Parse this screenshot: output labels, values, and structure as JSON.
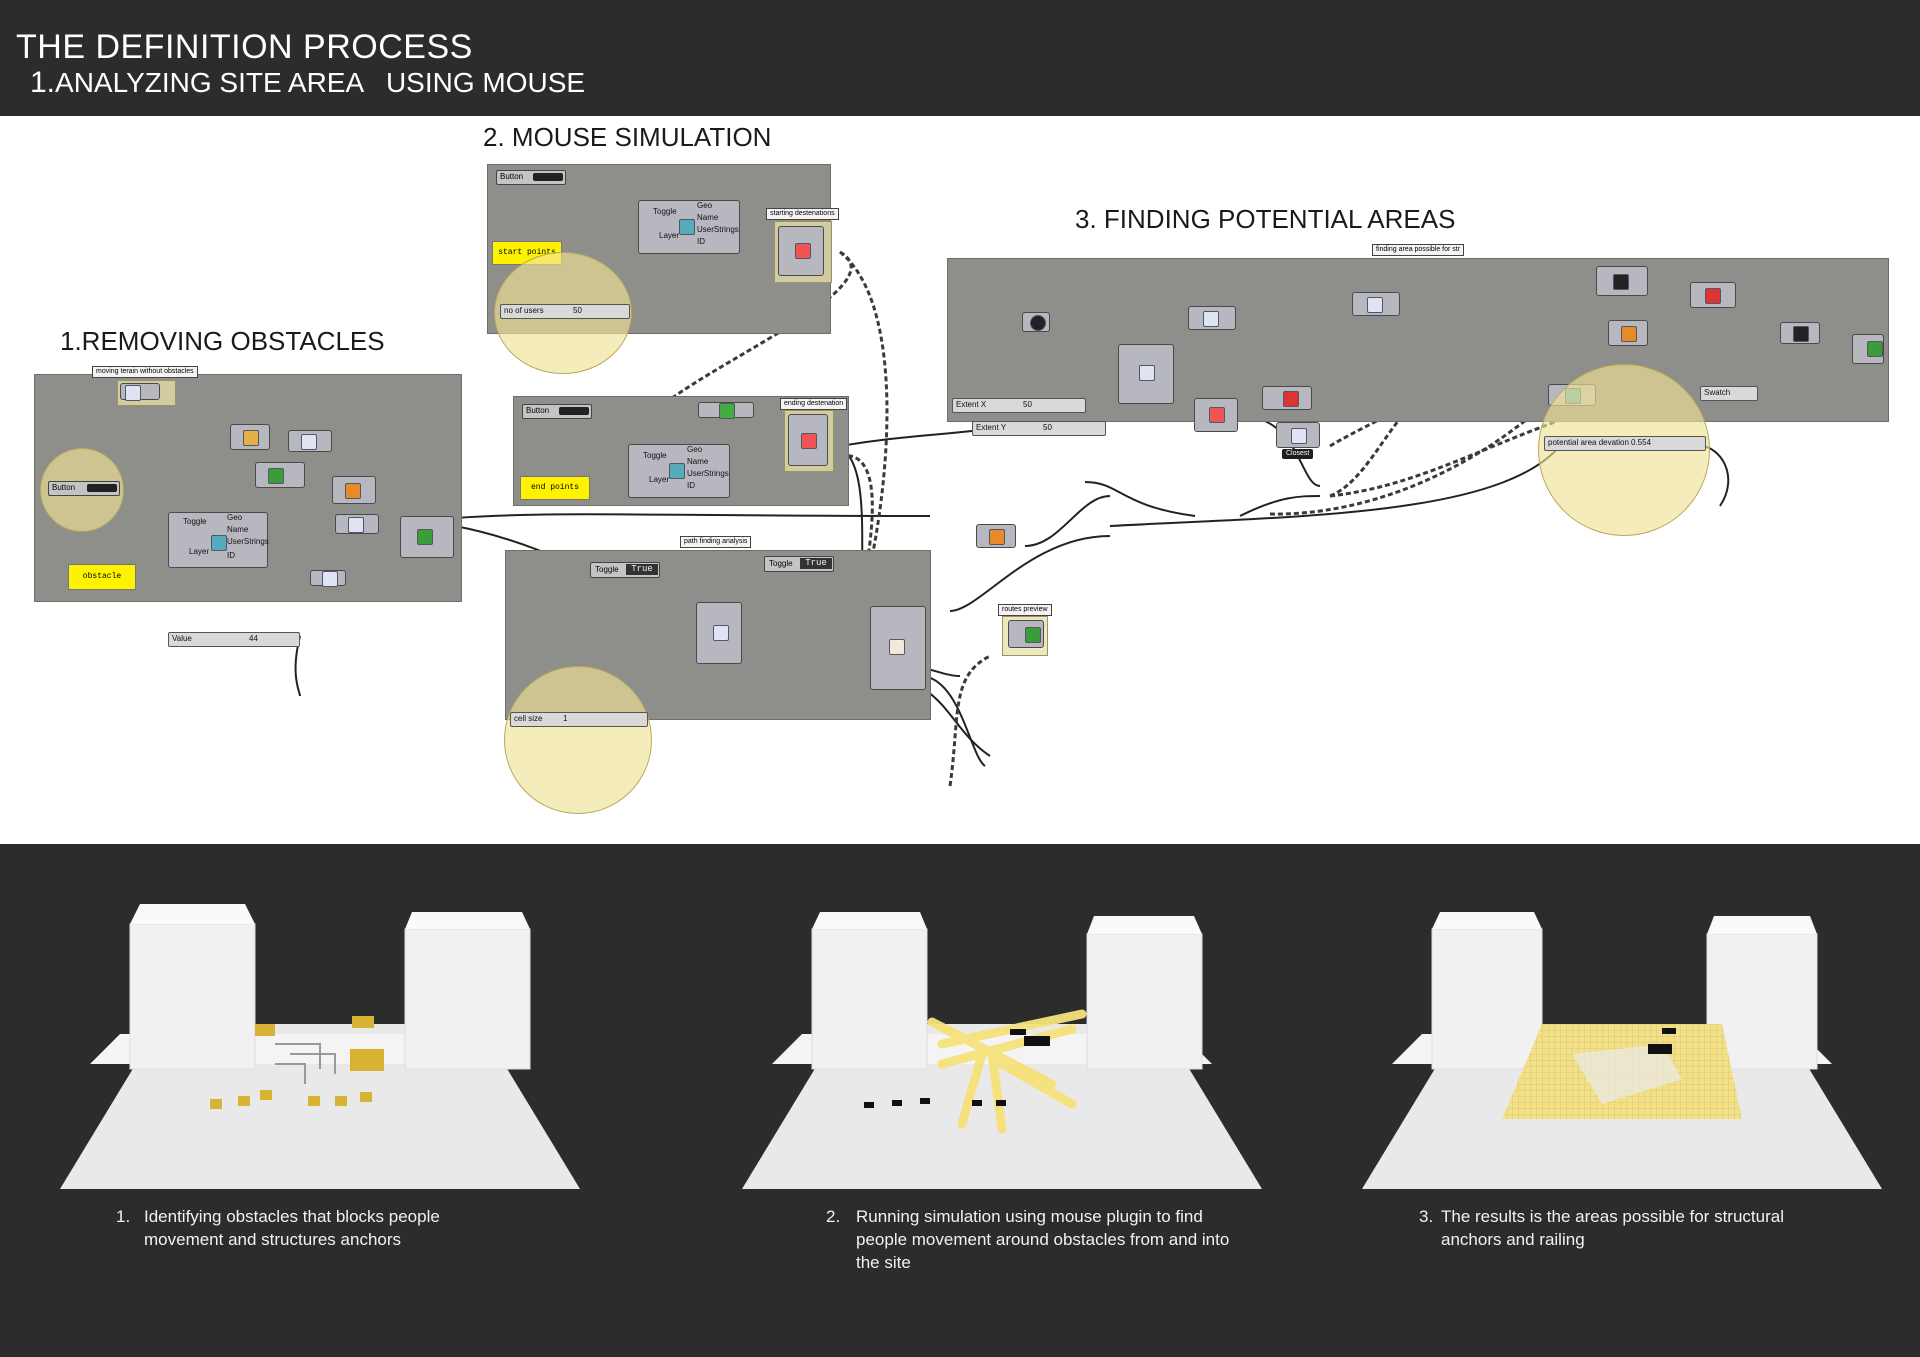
{
  "header": {
    "title": "THE DEFINITION PROCESS",
    "subtitle_number": "1.",
    "subtitle": "ANALYZING SITE AREA   USING MOUSE"
  },
  "sections": {
    "s1": "1.REMOVING OBSTACLES",
    "s2": "2. MOUSE SIMULATION",
    "s3": "3. FINDING POTENTIAL AREAS"
  },
  "group_labels": {
    "moving_terrain": "moving terain without obstacles",
    "starting": "starting destenations",
    "ending": "ending destenation",
    "path_finding": "path finding analysis",
    "finding_area": "finding area possible for str",
    "routes_preview": "routes preview",
    "closest": "Closest"
  },
  "components": {
    "button": "Button",
    "toggle": "Toggle",
    "toggle_state": "True",
    "geo": "Geo",
    "name": "Name",
    "userstrings": "UserStrings",
    "id": "ID",
    "layer": "Layer",
    "obstacle": "obstacle",
    "start_points": "start points",
    "end_points": "end points",
    "swatch": "Swatch"
  },
  "sliders": {
    "value_name": "Value",
    "value_val": "44",
    "users_name": "no of users",
    "users_val": "50",
    "cell_name": "cell size",
    "cell_val": "1",
    "extx_name": "Extent X",
    "extx_val": "50",
    "exty_name": "Extent Y",
    "exty_val": "50",
    "pad_name": "potential area devation",
    "pad_val": "0.554"
  },
  "captions": [
    {
      "num": "1.",
      "text": "Identifying obstacles that blocks people movement and structures anchors"
    },
    {
      "num": "2.",
      "text": "Running simulation using mouse plugin to find people movement around obstacles from and into the site"
    },
    {
      "num": "3.",
      "text": "The results is the areas possible for structural anchors and railing"
    }
  ],
  "colors": {
    "background_dark": "#2c2c2c",
    "canvas": "#ffffff",
    "panel": "#8e8e8a",
    "node": "#b7b7c0",
    "highlight_yellow": "#fff200",
    "halo": "#f0e296",
    "path_yellow": "#f6e27a"
  }
}
